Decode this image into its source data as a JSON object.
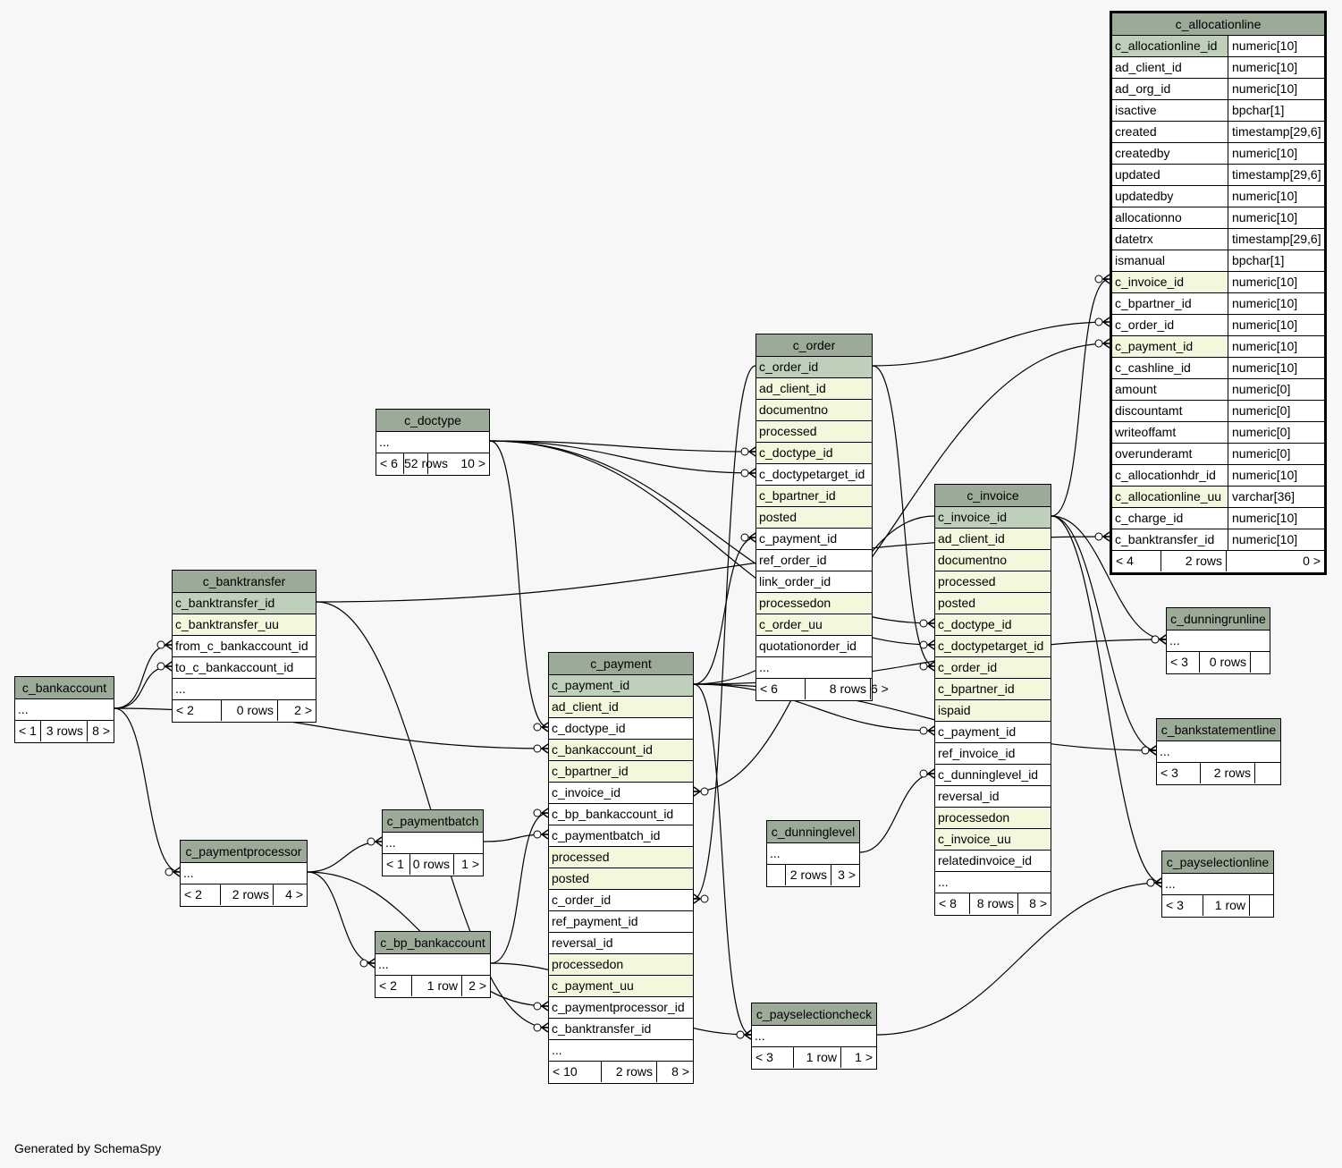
{
  "footer": "Generated by SchemaSpy",
  "colors": {
    "header": "#9caa98",
    "primary_key": "#bfd0ba",
    "foreign_key": "#f4f7dc",
    "background": "#f7f7f7"
  },
  "tables": [
    {
      "id": "c_allocationline",
      "name": "c_allocationline",
      "main": true,
      "columns": [
        {
          "name": "c_allocationline_id",
          "type": "numeric[10]",
          "kind": "pk"
        },
        {
          "name": "ad_client_id",
          "type": "numeric[10]",
          "kind": ""
        },
        {
          "name": "ad_org_id",
          "type": "numeric[10]",
          "kind": ""
        },
        {
          "name": "isactive",
          "type": "bpchar[1]",
          "kind": ""
        },
        {
          "name": "created",
          "type": "timestamp[29,6]",
          "kind": ""
        },
        {
          "name": "createdby",
          "type": "numeric[10]",
          "kind": ""
        },
        {
          "name": "updated",
          "type": "timestamp[29,6]",
          "kind": ""
        },
        {
          "name": "updatedby",
          "type": "numeric[10]",
          "kind": ""
        },
        {
          "name": "allocationno",
          "type": "numeric[10]",
          "kind": ""
        },
        {
          "name": "datetrx",
          "type": "timestamp[29,6]",
          "kind": ""
        },
        {
          "name": "ismanual",
          "type": "bpchar[1]",
          "kind": ""
        },
        {
          "name": "c_invoice_id",
          "type": "numeric[10]",
          "kind": "fk"
        },
        {
          "name": "c_bpartner_id",
          "type": "numeric[10]",
          "kind": ""
        },
        {
          "name": "c_order_id",
          "type": "numeric[10]",
          "kind": ""
        },
        {
          "name": "c_payment_id",
          "type": "numeric[10]",
          "kind": "fk"
        },
        {
          "name": "c_cashline_id",
          "type": "numeric[10]",
          "kind": ""
        },
        {
          "name": "amount",
          "type": "numeric[0]",
          "kind": ""
        },
        {
          "name": "discountamt",
          "type": "numeric[0]",
          "kind": ""
        },
        {
          "name": "writeoffamt",
          "type": "numeric[0]",
          "kind": ""
        },
        {
          "name": "overunderamt",
          "type": "numeric[0]",
          "kind": ""
        },
        {
          "name": "c_allocationhdr_id",
          "type": "numeric[10]",
          "kind": ""
        },
        {
          "name": "c_allocationline_uu",
          "type": "varchar[36]",
          "kind": "fk"
        },
        {
          "name": "c_charge_id",
          "type": "numeric[10]",
          "kind": ""
        },
        {
          "name": "c_banktransfer_id",
          "type": "numeric[10]",
          "kind": ""
        }
      ],
      "footer": {
        "left": "< 4",
        "mid": "2 rows",
        "right": "0 >"
      }
    },
    {
      "id": "c_order",
      "name": "c_order",
      "columns": [
        {
          "name": "c_order_id",
          "kind": "pk"
        },
        {
          "name": "ad_client_id",
          "kind": "fk"
        },
        {
          "name": "documentno",
          "kind": "fk"
        },
        {
          "name": "processed",
          "kind": "fk"
        },
        {
          "name": "c_doctype_id",
          "kind": "fk"
        },
        {
          "name": "c_doctypetarget_id",
          "kind": ""
        },
        {
          "name": "c_bpartner_id",
          "kind": "fk"
        },
        {
          "name": "posted",
          "kind": "fk"
        },
        {
          "name": "c_payment_id",
          "kind": ""
        },
        {
          "name": "ref_order_id",
          "kind": ""
        },
        {
          "name": "link_order_id",
          "kind": ""
        },
        {
          "name": "processedon",
          "kind": "fk"
        },
        {
          "name": "c_order_uu",
          "kind": "fk"
        },
        {
          "name": "quotationorder_id",
          "kind": ""
        },
        {
          "name": "...",
          "kind": ""
        }
      ],
      "footer": {
        "left": "< 6",
        "mid": "8 rows",
        "right": "6 >"
      }
    },
    {
      "id": "c_doctype",
      "name": "c_doctype",
      "columns": [
        {
          "name": "...",
          "kind": ""
        }
      ],
      "footer": {
        "left": "< 6",
        "mid": "52 rows",
        "right": "10 >"
      }
    },
    {
      "id": "c_invoice",
      "name": "c_invoice",
      "columns": [
        {
          "name": "c_invoice_id",
          "kind": "pk"
        },
        {
          "name": "ad_client_id",
          "kind": "fk"
        },
        {
          "name": "documentno",
          "kind": "fk"
        },
        {
          "name": "processed",
          "kind": "fk"
        },
        {
          "name": "posted",
          "kind": "fk"
        },
        {
          "name": "c_doctype_id",
          "kind": "fk"
        },
        {
          "name": "c_doctypetarget_id",
          "kind": "fk"
        },
        {
          "name": "c_order_id",
          "kind": "fk"
        },
        {
          "name": "c_bpartner_id",
          "kind": "fk"
        },
        {
          "name": "ispaid",
          "kind": "fk"
        },
        {
          "name": "c_payment_id",
          "kind": ""
        },
        {
          "name": "ref_invoice_id",
          "kind": ""
        },
        {
          "name": "c_dunninglevel_id",
          "kind": ""
        },
        {
          "name": "reversal_id",
          "kind": ""
        },
        {
          "name": "processedon",
          "kind": "fk"
        },
        {
          "name": "c_invoice_uu",
          "kind": "fk"
        },
        {
          "name": "relatedinvoice_id",
          "kind": ""
        },
        {
          "name": "...",
          "kind": ""
        }
      ],
      "footer": {
        "left": "< 8",
        "mid": "8 rows",
        "right": "8 >"
      }
    },
    {
      "id": "c_payment",
      "name": "c_payment",
      "columns": [
        {
          "name": "c_payment_id",
          "kind": "pk"
        },
        {
          "name": "ad_client_id",
          "kind": "fk"
        },
        {
          "name": "c_doctype_id",
          "kind": ""
        },
        {
          "name": "c_bankaccount_id",
          "kind": "fk"
        },
        {
          "name": "c_bpartner_id",
          "kind": "fk"
        },
        {
          "name": "c_invoice_id",
          "kind": ""
        },
        {
          "name": "c_bp_bankaccount_id",
          "kind": ""
        },
        {
          "name": "c_paymentbatch_id",
          "kind": ""
        },
        {
          "name": "processed",
          "kind": "fk"
        },
        {
          "name": "posted",
          "kind": "fk"
        },
        {
          "name": "c_order_id",
          "kind": ""
        },
        {
          "name": "ref_payment_id",
          "kind": ""
        },
        {
          "name": "reversal_id",
          "kind": ""
        },
        {
          "name": "processedon",
          "kind": "fk"
        },
        {
          "name": "c_payment_uu",
          "kind": "fk"
        },
        {
          "name": "c_paymentprocessor_id",
          "kind": ""
        },
        {
          "name": "c_banktransfer_id",
          "kind": ""
        },
        {
          "name": "...",
          "kind": ""
        }
      ],
      "footer": {
        "left": "< 10",
        "mid": "2 rows",
        "right": "8 >"
      }
    },
    {
      "id": "c_banktransfer",
      "name": "c_banktransfer",
      "columns": [
        {
          "name": "c_banktransfer_id",
          "kind": "pk"
        },
        {
          "name": "c_banktransfer_uu",
          "kind": "fk"
        },
        {
          "name": "from_c_bankaccount_id",
          "kind": ""
        },
        {
          "name": "to_c_bankaccount_id",
          "kind": ""
        },
        {
          "name": "...",
          "kind": ""
        }
      ],
      "footer": {
        "left": "< 2",
        "mid": "0 rows",
        "right": "2 >"
      }
    },
    {
      "id": "c_bankaccount",
      "name": "c_bankaccount",
      "columns": [
        {
          "name": "...",
          "kind": ""
        }
      ],
      "footer": {
        "left": "< 1",
        "mid": "3 rows",
        "right": "8 >"
      }
    },
    {
      "id": "c_paymentbatch",
      "name": "c_paymentbatch",
      "columns": [
        {
          "name": "...",
          "kind": ""
        }
      ],
      "footer": {
        "left": "< 1",
        "mid": "0 rows",
        "right": "1 >"
      }
    },
    {
      "id": "c_paymentprocessor",
      "name": "c_paymentprocessor",
      "columns": [
        {
          "name": "...",
          "kind": ""
        }
      ],
      "footer": {
        "left": "< 2",
        "mid": "2 rows",
        "right": "4 >"
      }
    },
    {
      "id": "c_bp_bankaccount",
      "name": "c_bp_bankaccount",
      "columns": [
        {
          "name": "...",
          "kind": ""
        }
      ],
      "footer": {
        "left": "< 2",
        "mid": "1 row",
        "right": "2 >"
      }
    },
    {
      "id": "c_dunninglevel",
      "name": "c_dunninglevel",
      "columns": [
        {
          "name": "...",
          "kind": ""
        }
      ],
      "footer": {
        "left": "",
        "mid": "2 rows",
        "right": "3 >"
      }
    },
    {
      "id": "c_payselectioncheck",
      "name": "c_payselectioncheck",
      "columns": [
        {
          "name": "...",
          "kind": ""
        }
      ],
      "footer": {
        "left": "< 3",
        "mid": "1 row",
        "right": "1 >"
      }
    },
    {
      "id": "c_dunningrunline",
      "name": "c_dunningrunline",
      "columns": [
        {
          "name": "...",
          "kind": ""
        }
      ],
      "footer": {
        "left": "< 3",
        "mid": "0 rows",
        "right": ""
      }
    },
    {
      "id": "c_bankstatementline",
      "name": "c_bankstatementline",
      "columns": [
        {
          "name": "...",
          "kind": ""
        }
      ],
      "footer": {
        "left": "< 3",
        "mid": "2 rows",
        "right": ""
      }
    },
    {
      "id": "c_payselectionline",
      "name": "c_payselectionline",
      "columns": [
        {
          "name": "...",
          "kind": ""
        }
      ],
      "footer": {
        "left": "< 3",
        "mid": "1 row",
        "right": ""
      }
    }
  ],
  "relationships": [
    {
      "from": "c_allocationline.c_invoice_id",
      "to": "c_invoice.c_invoice_id"
    },
    {
      "from": "c_allocationline.c_order_id",
      "to": "c_order.c_order_id"
    },
    {
      "from": "c_allocationline.c_payment_id",
      "to": "c_payment.c_payment_id"
    },
    {
      "from": "c_allocationline.c_banktransfer_id",
      "to": "c_banktransfer.c_banktransfer_id"
    },
    {
      "from": "c_order.c_doctype_id",
      "to": "c_doctype"
    },
    {
      "from": "c_order.c_doctypetarget_id",
      "to": "c_doctype"
    },
    {
      "from": "c_order.c_payment_id",
      "to": "c_payment.c_payment_id"
    },
    {
      "from": "c_invoice.c_doctype_id",
      "to": "c_doctype"
    },
    {
      "from": "c_invoice.c_doctypetarget_id",
      "to": "c_doctype"
    },
    {
      "from": "c_invoice.c_order_id",
      "to": "c_order.c_order_id"
    },
    {
      "from": "c_invoice.c_payment_id",
      "to": "c_payment.c_payment_id"
    },
    {
      "from": "c_invoice.c_dunninglevel_id",
      "to": "c_dunninglevel"
    },
    {
      "from": "c_payment.c_doctype_id",
      "to": "c_doctype"
    },
    {
      "from": "c_payment.c_bankaccount_id",
      "to": "c_bankaccount"
    },
    {
      "from": "c_payment.c_invoice_id",
      "to": "c_invoice.c_invoice_id"
    },
    {
      "from": "c_payment.c_bp_bankaccount_id",
      "to": "c_bp_bankaccount"
    },
    {
      "from": "c_payment.c_paymentbatch_id",
      "to": "c_paymentbatch"
    },
    {
      "from": "c_payment.c_order_id",
      "to": "c_order.c_order_id"
    },
    {
      "from": "c_payment.c_paymentprocessor_id",
      "to": "c_paymentprocessor"
    },
    {
      "from": "c_payment.c_banktransfer_id",
      "to": "c_banktransfer.c_banktransfer_id"
    },
    {
      "from": "c_banktransfer.from_c_bankaccount_id",
      "to": "c_bankaccount"
    },
    {
      "from": "c_banktransfer.to_c_bankaccount_id",
      "to": "c_bankaccount"
    },
    {
      "from": "c_paymentprocessor",
      "to": "c_bankaccount"
    },
    {
      "from": "c_paymentbatch",
      "to": "c_paymentprocessor"
    },
    {
      "from": "c_bp_bankaccount",
      "to": "c_paymentprocessor"
    },
    {
      "from": "c_payselectioncheck",
      "to": "c_payment.c_payment_id"
    },
    {
      "from": "c_payselectioncheck",
      "to": "c_bp_bankaccount"
    },
    {
      "from": "c_dunningrunline",
      "to": "c_invoice.c_invoice_id"
    },
    {
      "from": "c_dunningrunline",
      "to": "c_payment.c_payment_id"
    },
    {
      "from": "c_bankstatementline",
      "to": "c_invoice.c_invoice_id"
    },
    {
      "from": "c_bankstatementline",
      "to": "c_payment.c_payment_id"
    },
    {
      "from": "c_payselectionline",
      "to": "c_invoice.c_invoice_id"
    },
    {
      "from": "c_payselectionline",
      "to": "c_payselectioncheck"
    }
  ]
}
